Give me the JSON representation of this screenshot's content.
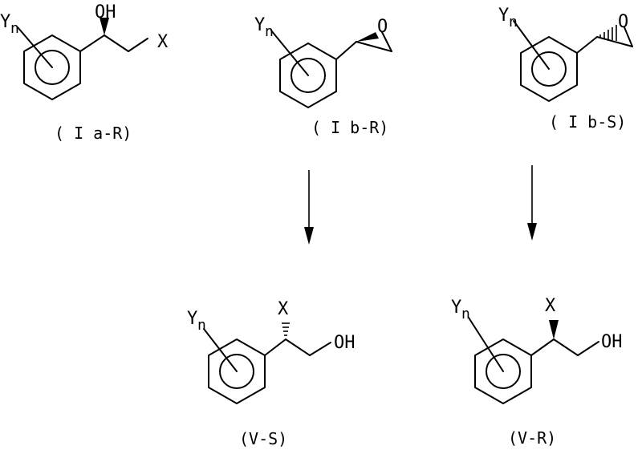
{
  "atoms": {
    "y": "Y",
    "n": "n",
    "oh": "OH",
    "x": "X",
    "o": "O"
  },
  "labels": {
    "ia_r": "( I a-R)",
    "ib_r": "( I b-R)",
    "ib_s": "( I b-S)",
    "v_s": "(V-S)",
    "v_r": "(V-R)"
  }
}
